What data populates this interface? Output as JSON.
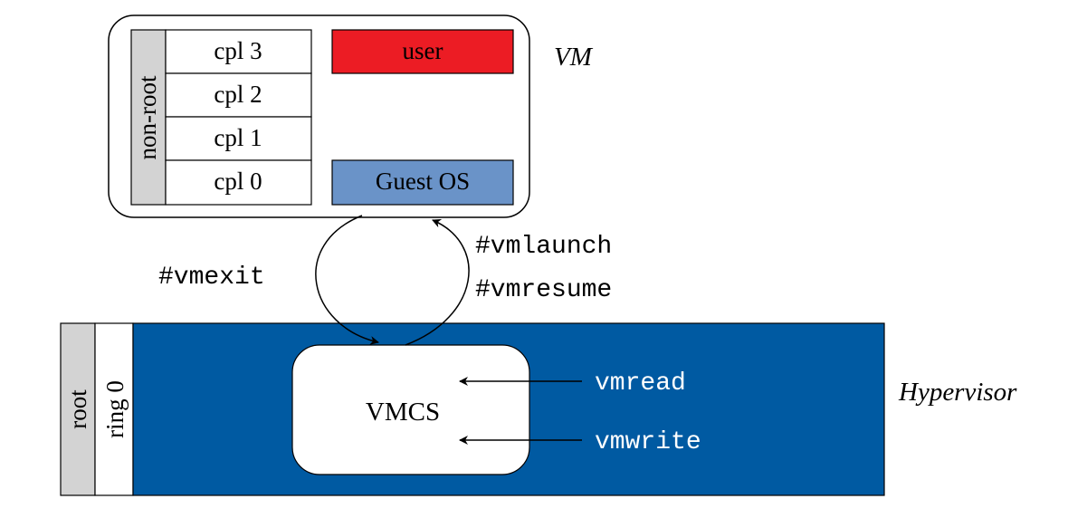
{
  "vm": {
    "label": "VM",
    "mode_label": "non-root",
    "cpl_rows": [
      "cpl 3",
      "cpl 2",
      "cpl 1",
      "cpl 0"
    ],
    "user_box": "user",
    "guest_os_box": "Guest OS"
  },
  "transitions": {
    "exit": "#vmexit",
    "launch": "#vmlaunch",
    "resume": "#vmresume"
  },
  "hypervisor": {
    "label": "Hypervisor",
    "mode_label": "root",
    "ring_label": "ring 0",
    "vmcs_label": "VMCS",
    "vmread": "vmread",
    "vmwrite": "vmwrite"
  },
  "colors": {
    "user": "#ec1c24",
    "guest_os": "#6a93c8",
    "hypervisor": "#005aa2",
    "gray_strip": "#d3d3d3"
  }
}
